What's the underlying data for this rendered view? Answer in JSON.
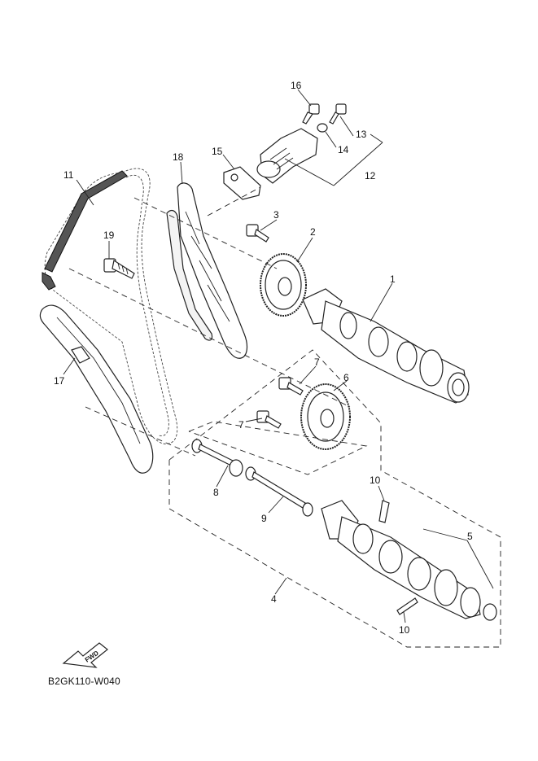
{
  "callouts": [
    {
      "id": "1",
      "text": "1"
    },
    {
      "id": "2",
      "text": "2"
    },
    {
      "id": "3",
      "text": "3"
    },
    {
      "id": "4",
      "text": "4"
    },
    {
      "id": "5",
      "text": "5"
    },
    {
      "id": "6",
      "text": "6"
    },
    {
      "id": "7a",
      "text": "7"
    },
    {
      "id": "7b",
      "text": "7"
    },
    {
      "id": "8",
      "text": "8"
    },
    {
      "id": "9",
      "text": "9"
    },
    {
      "id": "10a",
      "text": "10"
    },
    {
      "id": "10b",
      "text": "10"
    },
    {
      "id": "11",
      "text": "11"
    },
    {
      "id": "12",
      "text": "12"
    },
    {
      "id": "13",
      "text": "13"
    },
    {
      "id": "14",
      "text": "14"
    },
    {
      "id": "15",
      "text": "15"
    },
    {
      "id": "16",
      "text": "16"
    },
    {
      "id": "17",
      "text": "17"
    },
    {
      "id": "18",
      "text": "18"
    },
    {
      "id": "19",
      "text": "19"
    }
  ],
  "fwd_label": "FWD",
  "diagram_code": "B2GK110-W040"
}
